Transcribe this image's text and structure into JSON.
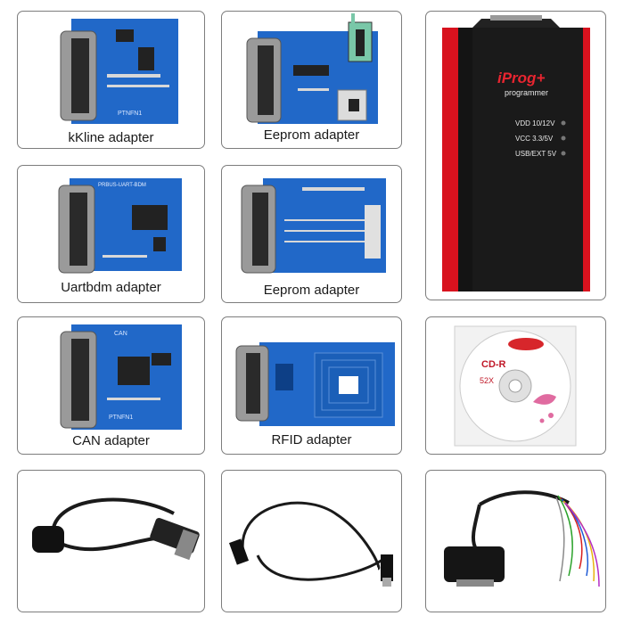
{
  "tiles": {
    "kkline": {
      "caption": "kKline adapter",
      "board_text": "PTNFN1"
    },
    "eeprom1": {
      "caption": "Eeprom adapter"
    },
    "device": {
      "brand": "iProg+",
      "subtitle": "programmer",
      "led1": "VDD 10/12V",
      "led2": "VCC 3.3/5V",
      "led3": "USB/EXT 5V"
    },
    "uartbdm": {
      "caption": "Uartbdm adapter",
      "board_text": "PRBUS-UART-BDM"
    },
    "eeprom2": {
      "caption": "Eeprom adapter"
    },
    "cd": {
      "disc_text": "CD-R",
      "speed": "52X"
    },
    "can": {
      "caption": "CAN adapter",
      "board_text": "CAN",
      "board_text2": "PTNFN1"
    },
    "rfid": {
      "caption": "RFID adapter"
    },
    "obd_cable": {},
    "usb_cable": {},
    "harness_cable": {}
  },
  "colors": {
    "board_blue": "#1e6bc4",
    "device_red": "#d8121e",
    "device_black": "#141414",
    "frame": "#7d7d7d"
  }
}
